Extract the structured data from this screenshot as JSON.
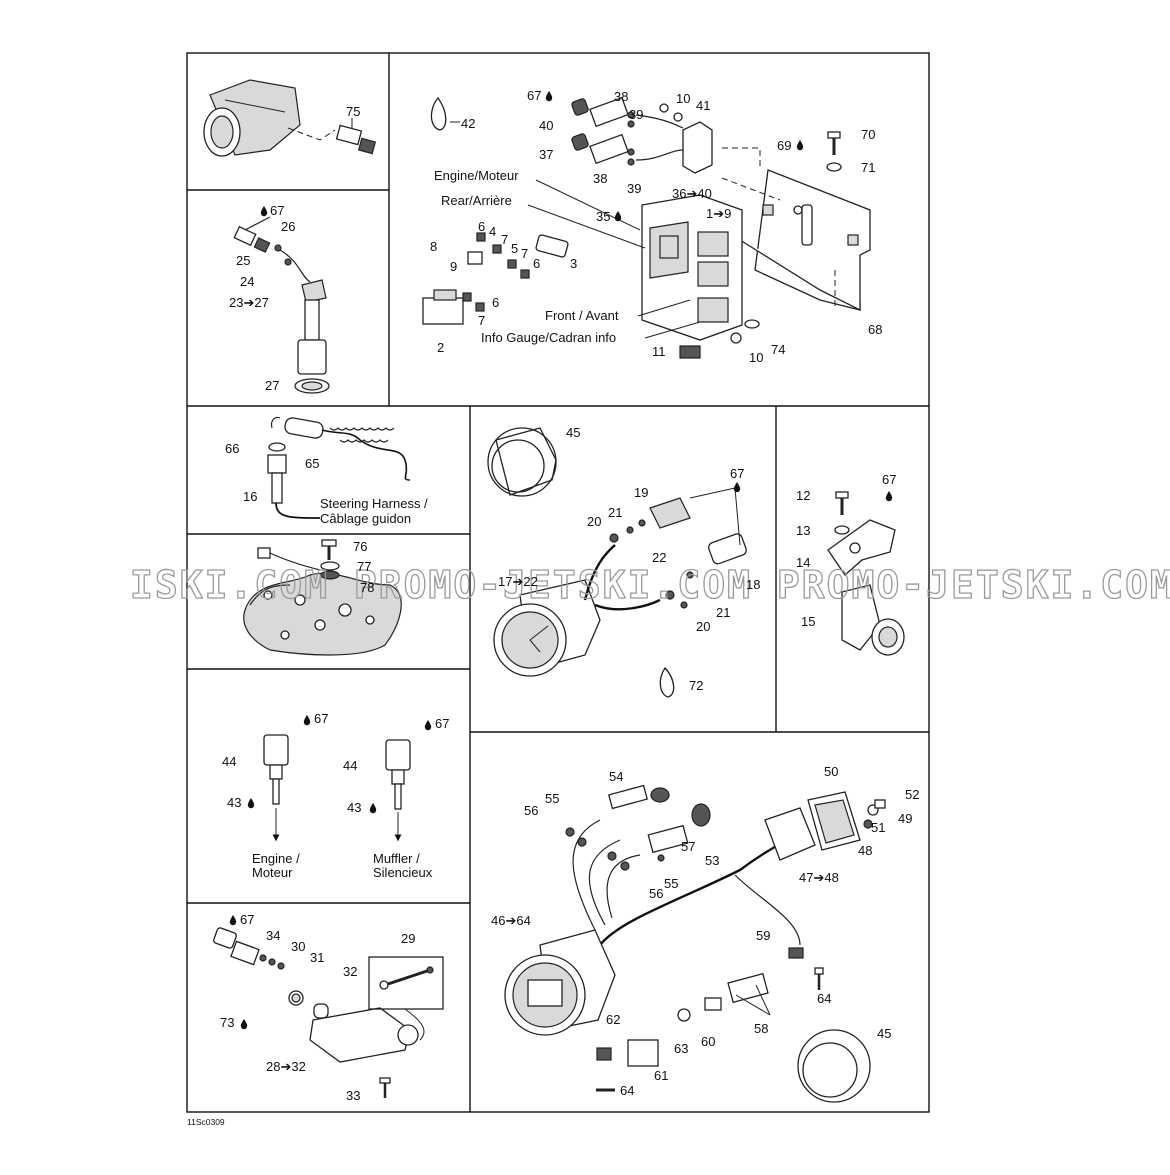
{
  "labels": {
    "l75": "75",
    "l42": "42",
    "l67a": "67",
    "l38a": "38",
    "l39a": "39",
    "l10a": "10",
    "l41": "41",
    "l40a": "40",
    "l37": "37",
    "l38b": "38",
    "l39b": "39",
    "l36to40": "36➔40",
    "l69": "69",
    "l70": "70",
    "l71": "71",
    "engine_moteur_top": "Engine/Moteur",
    "rear_arriere": "Rear/Arrière",
    "l35": "35",
    "l1to9": "1➔9",
    "l6a": "6",
    "l4": "4",
    "l7a": "7",
    "l5": "5",
    "l7b": "7",
    "l6b": "6",
    "l3": "3",
    "l8": "8",
    "l9": "9",
    "l6c": "6",
    "l7c": "7",
    "l2": "2",
    "front_avant": "Front / Avant",
    "info_gauge": "Info Gauge/Cadran info",
    "l11": "11",
    "l10b": "10",
    "l74": "74",
    "l68": "68",
    "l67b": "67",
    "l26": "26",
    "l25": "25",
    "l24": "24",
    "l23to27": "23➔27",
    "l27": "27",
    "l66": "66",
    "l65": "65",
    "l16": "16",
    "steering_harness_1": "Steering Harness /",
    "steering_harness_2": "Câblage guidon",
    "l76": "76",
    "l77": "77",
    "l78": "78",
    "l45a": "45",
    "l67c": "67",
    "l19": "19",
    "l21a": "21",
    "l20a": "20",
    "l22": "22",
    "l17to22": "17➔22",
    "l18": "18",
    "l21b": "21",
    "l20b": "20",
    "l72": "72",
    "l67d": "67",
    "l12": "12",
    "l13": "13",
    "l14": "14",
    "l15": "15",
    "l67e": "67",
    "l44a": "44",
    "l43a": "43",
    "engine_1": "Engine /",
    "engine_2": "Moteur",
    "l67f": "67",
    "l44b": "44",
    "l43b": "43",
    "muffler_1": "Muffler /",
    "muffler_2": "Silencieux",
    "l67g": "67",
    "l34": "34",
    "l30": "30",
    "l31": "31",
    "l29": "29",
    "l32": "32",
    "l73": "73",
    "l28to32": "28➔32",
    "l33": "33",
    "l54": "54",
    "l55a": "55",
    "l56a": "56",
    "l50": "50",
    "l52": "52",
    "l51": "51",
    "l49": "49",
    "l48": "48",
    "l53": "53",
    "l57": "57",
    "l55b": "55",
    "l56b": "56",
    "l47to48": "47➔48",
    "l46to64": "46➔64",
    "l59": "59",
    "l64a": "64",
    "l58": "58",
    "l62": "62",
    "l63": "63",
    "l60": "60",
    "l61": "61",
    "l64b": "64",
    "l45b": "45"
  },
  "figure_code": "11Sc0309",
  "watermark": "ISKI.COM PROMO-JETSKI.COM PROMO-JETSKI.COM",
  "icons": {
    "oil_drop": "oil-drop-icon",
    "arrow": "arrow-right-icon"
  }
}
